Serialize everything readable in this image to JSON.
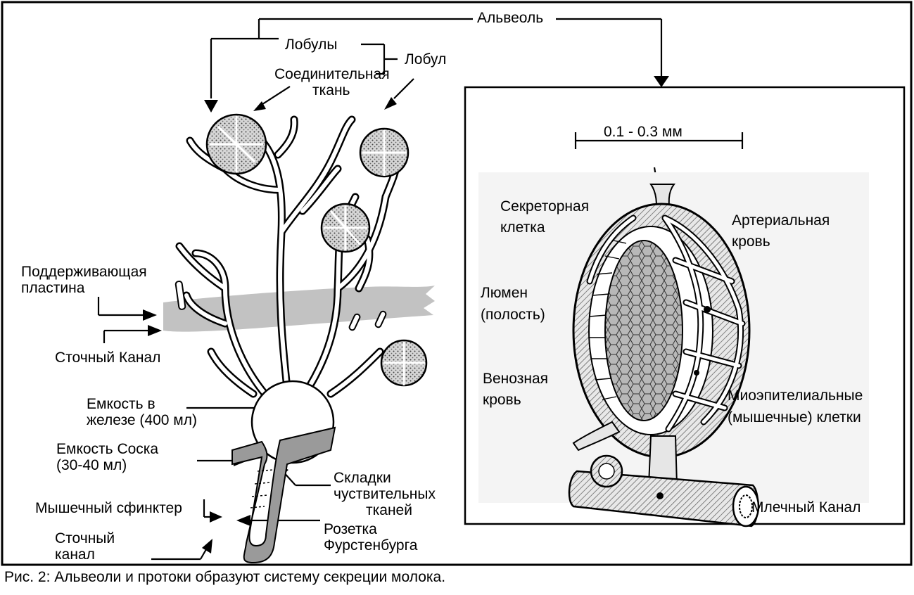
{
  "labels": {
    "alveol": "Альвеоль",
    "lobules": "Лобулы",
    "lobule": "Лобул",
    "connective_1": "Соединительная",
    "connective_2": "ткань",
    "support_1": "Поддерживающая",
    "support_2": "пластина",
    "drain_duct": "Сточный Канал",
    "gland_cistern_1": "Емкость в",
    "gland_cistern_2": "железе (400 мл)",
    "teat_cistern_1": "Емкость Соска",
    "teat_cistern_2": "(30-40 мл)",
    "folds_1": "Складки",
    "folds_2": "чуствительных",
    "folds_3": "тканей",
    "sphincter": "Мышечный сфинктер",
    "rosette_1": "Розетка",
    "rosette_2": "Фурстенбурга",
    "teat_canal_1": "Сточный",
    "teat_canal_2": "канал",
    "scale": "0.1 - 0.3 мм",
    "secretory_1": "Секреторная",
    "secretory_2": "клетка",
    "arterial_1": "Артериальная",
    "arterial_2": "кровь",
    "lumen_1": "Люмен",
    "lumen_2": "(полость)",
    "venous_1": "Венозная",
    "venous_2": "кровь",
    "myo_1": "Миоэпителиальные",
    "myo_2": "(мышечные) клетки",
    "milk_duct": "Млечный Канал"
  },
  "caption": "Рис. 2:  Альвеоли и протоки образуют систему секреции молока."
}
